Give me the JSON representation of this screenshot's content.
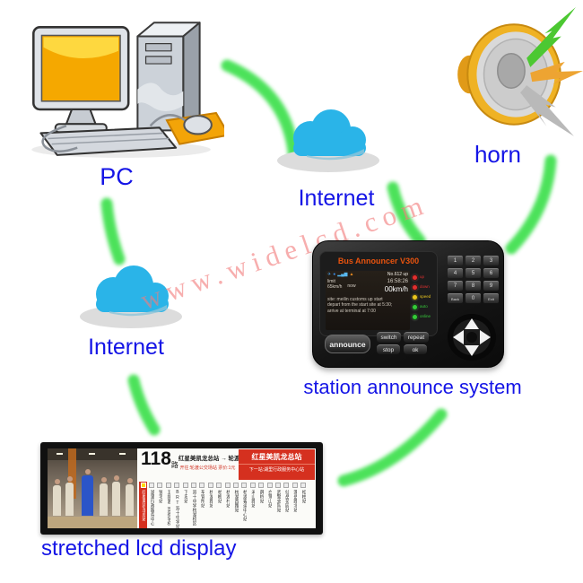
{
  "watermark": {
    "text": "www.widelcd.com"
  },
  "labels": {
    "pc": "PC",
    "internet_top": "Internet",
    "internet_left": "Internet",
    "horn": "horn",
    "announcer": "station announce system",
    "lcd": "stretched lcd display"
  },
  "announcer": {
    "title": "Bus Announcer V300",
    "status_right": "No.612 up",
    "limit_label": "limit",
    "limit_value": "65km/h",
    "now_label": "now",
    "time": "16:58:26",
    "speed": "00km/h",
    "info_lines": [
      "site: meilin customs  up start",
      "depart from the start site at 5:30;",
      "arrive at terminal at 7:00"
    ],
    "leds": [
      {
        "label": "up",
        "color": "#e03030"
      },
      {
        "label": "down",
        "color": "#e03030"
      },
      {
        "label": "speed",
        "color": "#e8c520"
      },
      {
        "label": "auto",
        "color": "#35c93a"
      },
      {
        "label": "online",
        "color": "#35c93a"
      }
    ],
    "keypad": [
      "1",
      "2",
      "3",
      "4",
      "5",
      "6",
      "7",
      "8",
      "9",
      "Back",
      "0",
      "Exit"
    ],
    "buttons": {
      "announce": "announce",
      "switch": "switch",
      "repeat": "repeat",
      "stop": "stop",
      "ok": "ok"
    }
  },
  "lcd": {
    "route_number": "118",
    "route_unit": "路",
    "route_headline": "红星美凯龙总站 → 轮渡公交场站",
    "route_subline": "开往:轮渡公交场站 票价:1元",
    "terminal_box": {
      "line1": "红星美凯龙总站",
      "line2": "下一站:湖里行政服务中心站"
    },
    "current_index": 0,
    "stations": [
      "红星美凯龙总站",
      "湖里行政服务中心",
      "钟宅站",
      "五缘第二实验学校",
      "BRT双十中学站",
      "下忠站",
      "双十中学枋湖校区",
      "车管所站",
      "枋湖路站",
      "枋榔站",
      "枋湖村站",
      "枋湖西路站",
      "枋湖客运中心站",
      "禾山路站",
      "薛岭站",
      "白鹭山站",
      "武警支队站",
      "仙岳花园站",
      "莲岳路北站",
      "松柏站"
    ]
  },
  "colors": {
    "label_blue": "#1414e6",
    "arc_green": "#3ee04e",
    "cloud_blue": "#2ab4e8",
    "device_title_orange": "#e8530e",
    "lcd_red": "#d5301f",
    "watermark_pink": "#f27d7d"
  }
}
